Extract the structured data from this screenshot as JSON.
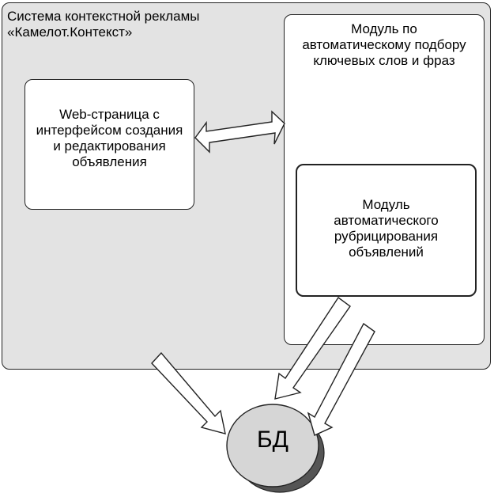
{
  "system": {
    "title": "Система контекстной рекламы\n«Камелот.Контекст»"
  },
  "web_page": {
    "label": "Web-страница с\nинтерфейсом создания\nи редактирования\nобъявления"
  },
  "keyword_module": {
    "label": "Модуль по\nавтоматическому подбору\nключевых слов и фраз"
  },
  "rubric_module": {
    "label": "Модуль\nавтоматического\nрубрицирования\nобъявлений"
  },
  "database": {
    "label": "БД"
  },
  "colors": {
    "system_fill": "#e3e3e3",
    "box_fill": "#ffffff",
    "db_fill": "#d6d6d6",
    "db_shadow": "#555555",
    "arrow_fill": "#ffffff",
    "stroke": "#222222"
  }
}
